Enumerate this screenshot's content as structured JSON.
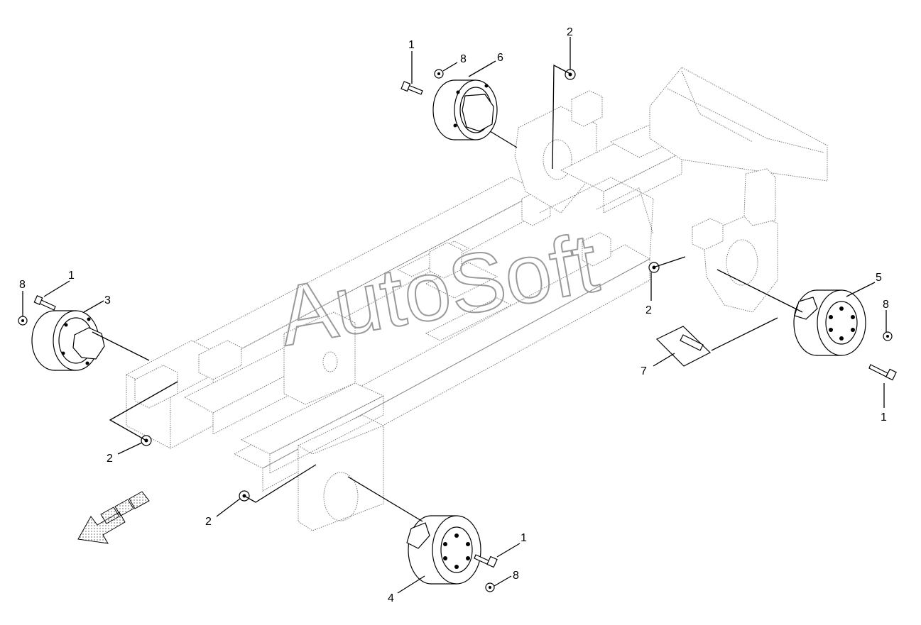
{
  "watermark": "AutoSoft",
  "colors": {
    "line": "#000000",
    "frame": "#7a7a7a",
    "watermark": "#9a9a9a",
    "arrow": "#999999"
  },
  "callouts": {
    "c1": "1",
    "c2": "2",
    "c3": "3",
    "c4": "4",
    "c5": "5",
    "c6": "6",
    "c7": "7",
    "c8": "8"
  }
}
